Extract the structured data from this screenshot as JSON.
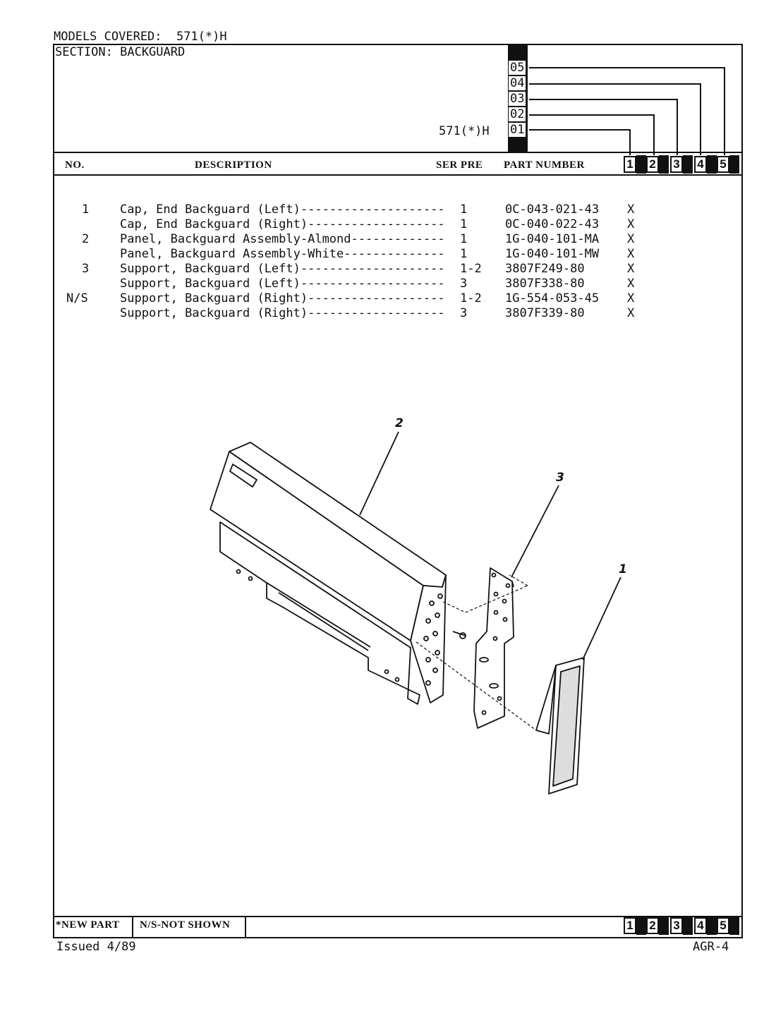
{
  "header": {
    "models_covered": "MODELS COVERED:  571(*)H",
    "section": "SECTION: BACKGUARD",
    "model_label": "571(*)H",
    "serials": [
      "05",
      "04",
      "03",
      "02",
      "01"
    ]
  },
  "columns": {
    "no": "NO.",
    "description": "DESCRIPTION",
    "ser_pre": "SER PRE",
    "part_number": "PART NUMBER",
    "models": [
      "1",
      "2",
      "3",
      "4",
      "5"
    ]
  },
  "parts": [
    {
      "no": "1",
      "description": "Cap, End Backguard (Left)--------------------",
      "ser": "1",
      "part": "0C-043-021-43",
      "mark": "X"
    },
    {
      "no": "",
      "description": "Cap, End Backguard (Right)-------------------",
      "ser": "1",
      "part": "0C-040-022-43",
      "mark": "X"
    },
    {
      "no": "2",
      "description": "Panel, Backguard Assembly-Almond-------------",
      "ser": "1",
      "part": "1G-040-101-MA",
      "mark": "X"
    },
    {
      "no": "",
      "description": "Panel, Backguard Assembly-White--------------",
      "ser": "1",
      "part": "1G-040-101-MW",
      "mark": "X"
    },
    {
      "no": "3",
      "description": "Support, Backguard (Left)--------------------",
      "ser": "1-2",
      "part": "3807F249-80",
      "mark": "X"
    },
    {
      "no": "",
      "description": "Support, Backguard (Left)--------------------",
      "ser": "3",
      "part": "3807F338-80",
      "mark": "X"
    },
    {
      "no": "N/S",
      "description": "Support, Backguard (Right)-------------------",
      "ser": "1-2",
      "part": "1G-554-053-45",
      "mark": "X"
    },
    {
      "no": "",
      "description": "Support, Backguard (Right)-------------------",
      "ser": "3",
      "part": "3807F339-80",
      "mark": "X"
    }
  ],
  "diagram": {
    "callouts": [
      "2",
      "3",
      "1"
    ]
  },
  "footer": {
    "new_part": "*NEW PART",
    "not_shown": "N/S-NOT SHOWN",
    "issued": "Issued 4/89",
    "page_code": "AGR-4"
  }
}
